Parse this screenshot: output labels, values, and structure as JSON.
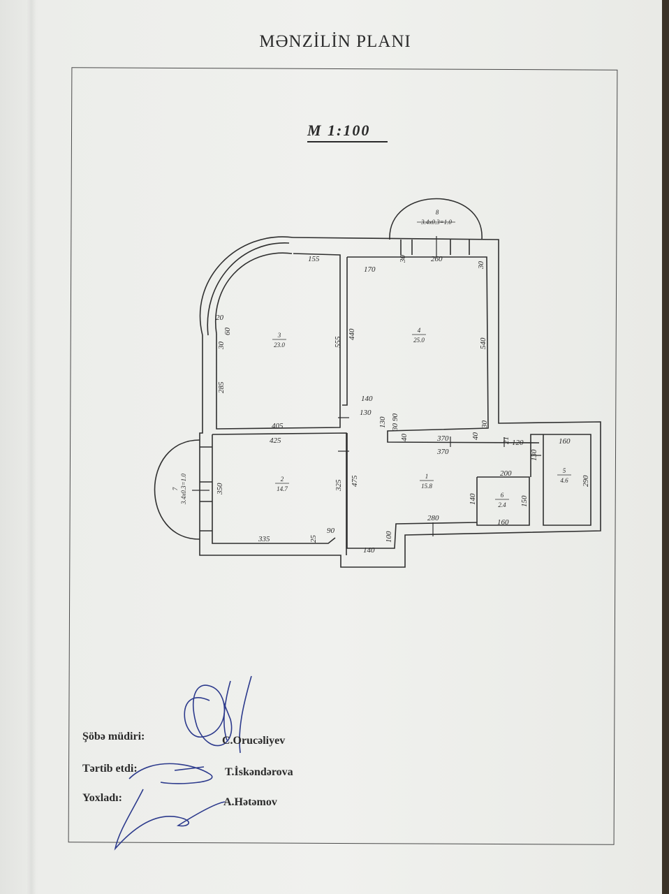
{
  "page": {
    "title": "MƏNZİLİN PLANI",
    "scale": "M 1:100"
  },
  "rooms": [
    {
      "number": "1",
      "area": "15.8"
    },
    {
      "number": "2",
      "area": "14.7"
    },
    {
      "number": "3",
      "area": "23.0"
    },
    {
      "number": "4",
      "area": "25.0"
    },
    {
      "number": "5",
      "area": "4.6"
    },
    {
      "number": "6",
      "area": "2.4"
    },
    {
      "number": "7",
      "area": "3.4x0.3=1.0"
    },
    {
      "number": "8",
      "area": "3.4x0.3=1.0"
    }
  ],
  "dimensions": [
    "155",
    "170",
    "260",
    "30",
    "30",
    "440",
    "555",
    "540",
    "20",
    "60",
    "30",
    "285",
    "140",
    "130",
    "90",
    "30",
    "130",
    "40",
    "370",
    "40",
    "30",
    "370",
    "120",
    "21",
    "130",
    "160",
    "290",
    "405",
    "425",
    "350",
    "325",
    "475",
    "200",
    "150",
    "140",
    "160",
    "335",
    "25",
    "90",
    "100",
    "140",
    "280"
  ],
  "signatures": {
    "head_label": "Şöbə müdiri:",
    "head_name": "C.Orucəliyev",
    "compiled_label": "Tərtib etdi:",
    "compiled_name": "T.İskəndərova",
    "checked_label": "Yoxladı:",
    "checked_name": "A.Hətəmov"
  },
  "colors": {
    "ink": "#2a2a2a",
    "signature_ink": "#2c3a8c",
    "paper": "#eeefec"
  }
}
